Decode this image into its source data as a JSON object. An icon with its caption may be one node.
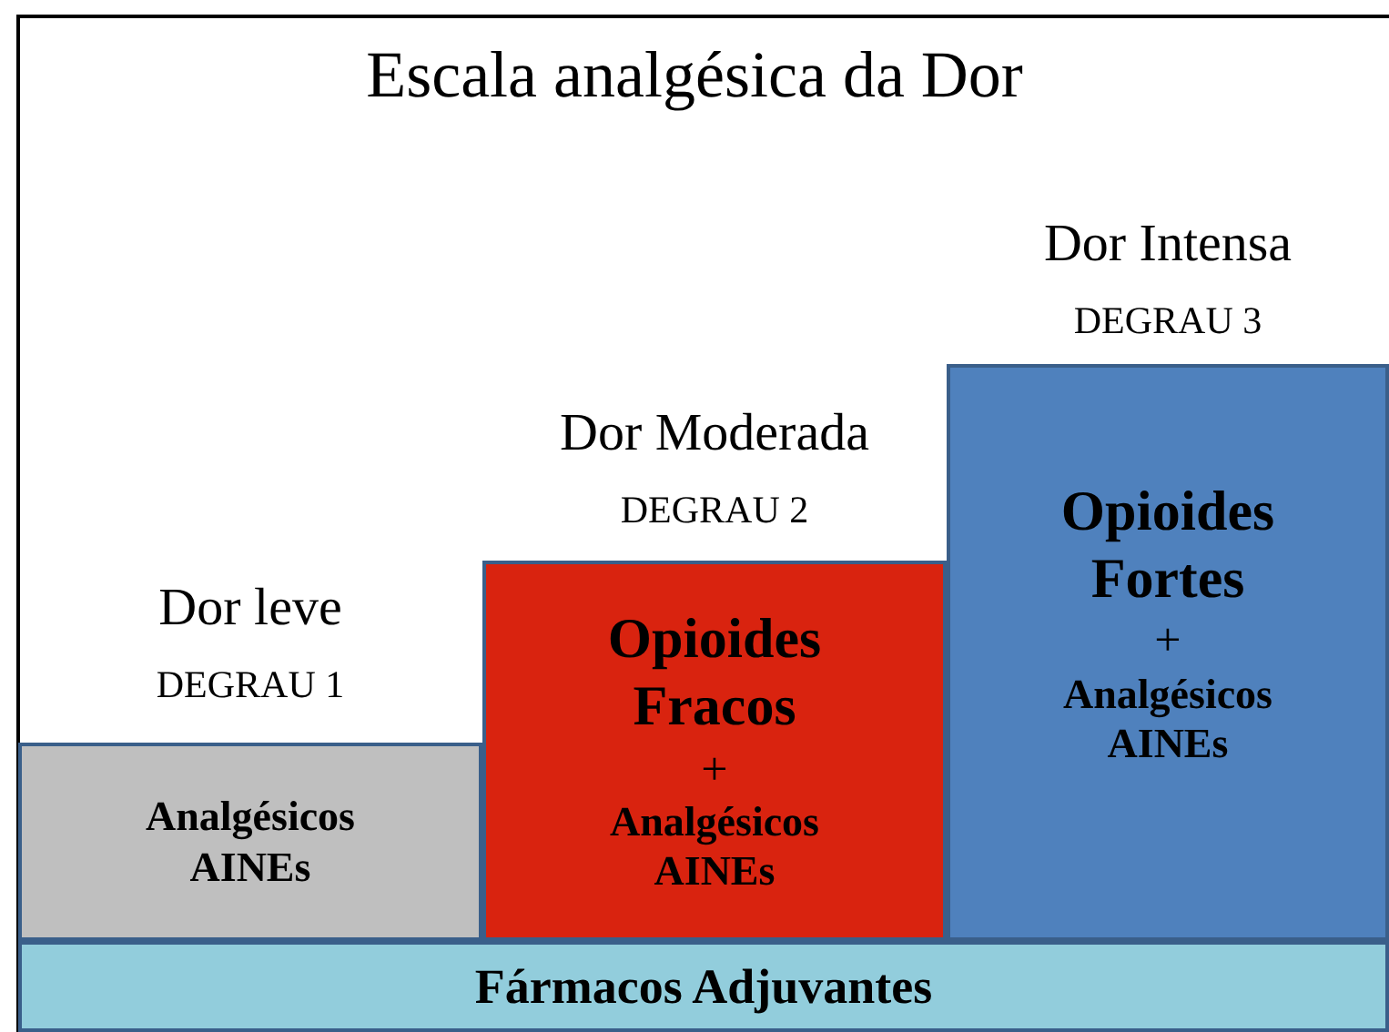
{
  "diagram": {
    "title": "Escala analgésica da Dor",
    "nodes": [
      {
        "text": [
          "Dor leve",
          "DEGRAU 1",
          "Analgésicos AINEs"
        ]
      },
      {
        "text": [
          "Dor Moderada",
          "DEGRAU 2",
          "Opioides Fracos",
          "+",
          "Analgésicos AINEs"
        ]
      },
      {
        "text": [
          "Dor Intensa",
          "DEGRAU 3",
          "Opioides Fortes",
          "+",
          "Analgésicos AINEs"
        ]
      },
      {
        "text": [
          "Fármacos Adjuvantes"
        ]
      }
    ],
    "edges": []
  }
}
